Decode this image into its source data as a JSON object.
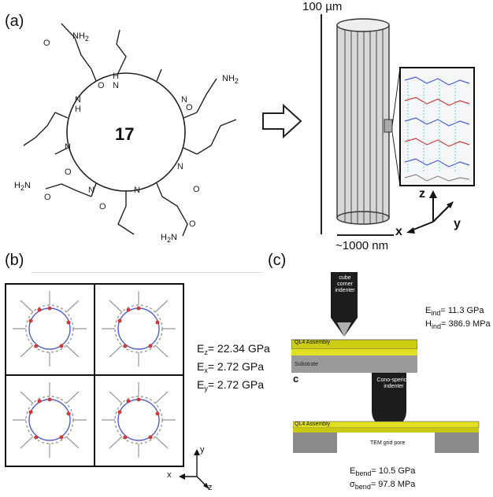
{
  "panels": {
    "a": {
      "label": "(a)",
      "compound_number": "17",
      "nh2_label": "NH",
      "nh2_sub": "2",
      "h2n_label": "H",
      "h2n_sub": "2",
      "h2n_tail": "N",
      "scale_top": "100 µm",
      "scale_width": "~1000 nm",
      "axes": {
        "z": "z",
        "x": "x",
        "y": "y"
      }
    },
    "b": {
      "label": "(b)",
      "moduli": [
        {
          "sym": "E",
          "sub": "z",
          "value": "= 22.34 GPa"
        },
        {
          "sym": "E",
          "sub": "x",
          "value": "= 2.72 GPa"
        },
        {
          "sym": "E",
          "sub": "y",
          "value": "= 2.72 GPa"
        }
      ],
      "axes": {
        "y": "y",
        "x": "x",
        "z": "z"
      }
    },
    "c": {
      "label": "(c)",
      "sub_label": "c",
      "indenter_top": [
        "cube",
        "corner",
        "indenter"
      ],
      "indenter_bottom": [
        "Cono-sperical",
        "indenter"
      ],
      "assembly_label": "QL4 Assembly",
      "substrate_label": "Substrate",
      "grid_pore_label": "TEM grid pore",
      "results_top": [
        {
          "sym": "E",
          "sub": "ind",
          "value": "= 11.3 GPa"
        },
        {
          "sym": "H",
          "sub": "ind",
          "value": "= 386.9 MPa"
        }
      ],
      "results_bottom": [
        {
          "sym": "E",
          "sub": "bend",
          "value": "= 10.5 GPa"
        },
        {
          "sym": "σ",
          "sub": "bend",
          "value": "= 97.8 MPa"
        }
      ]
    }
  }
}
